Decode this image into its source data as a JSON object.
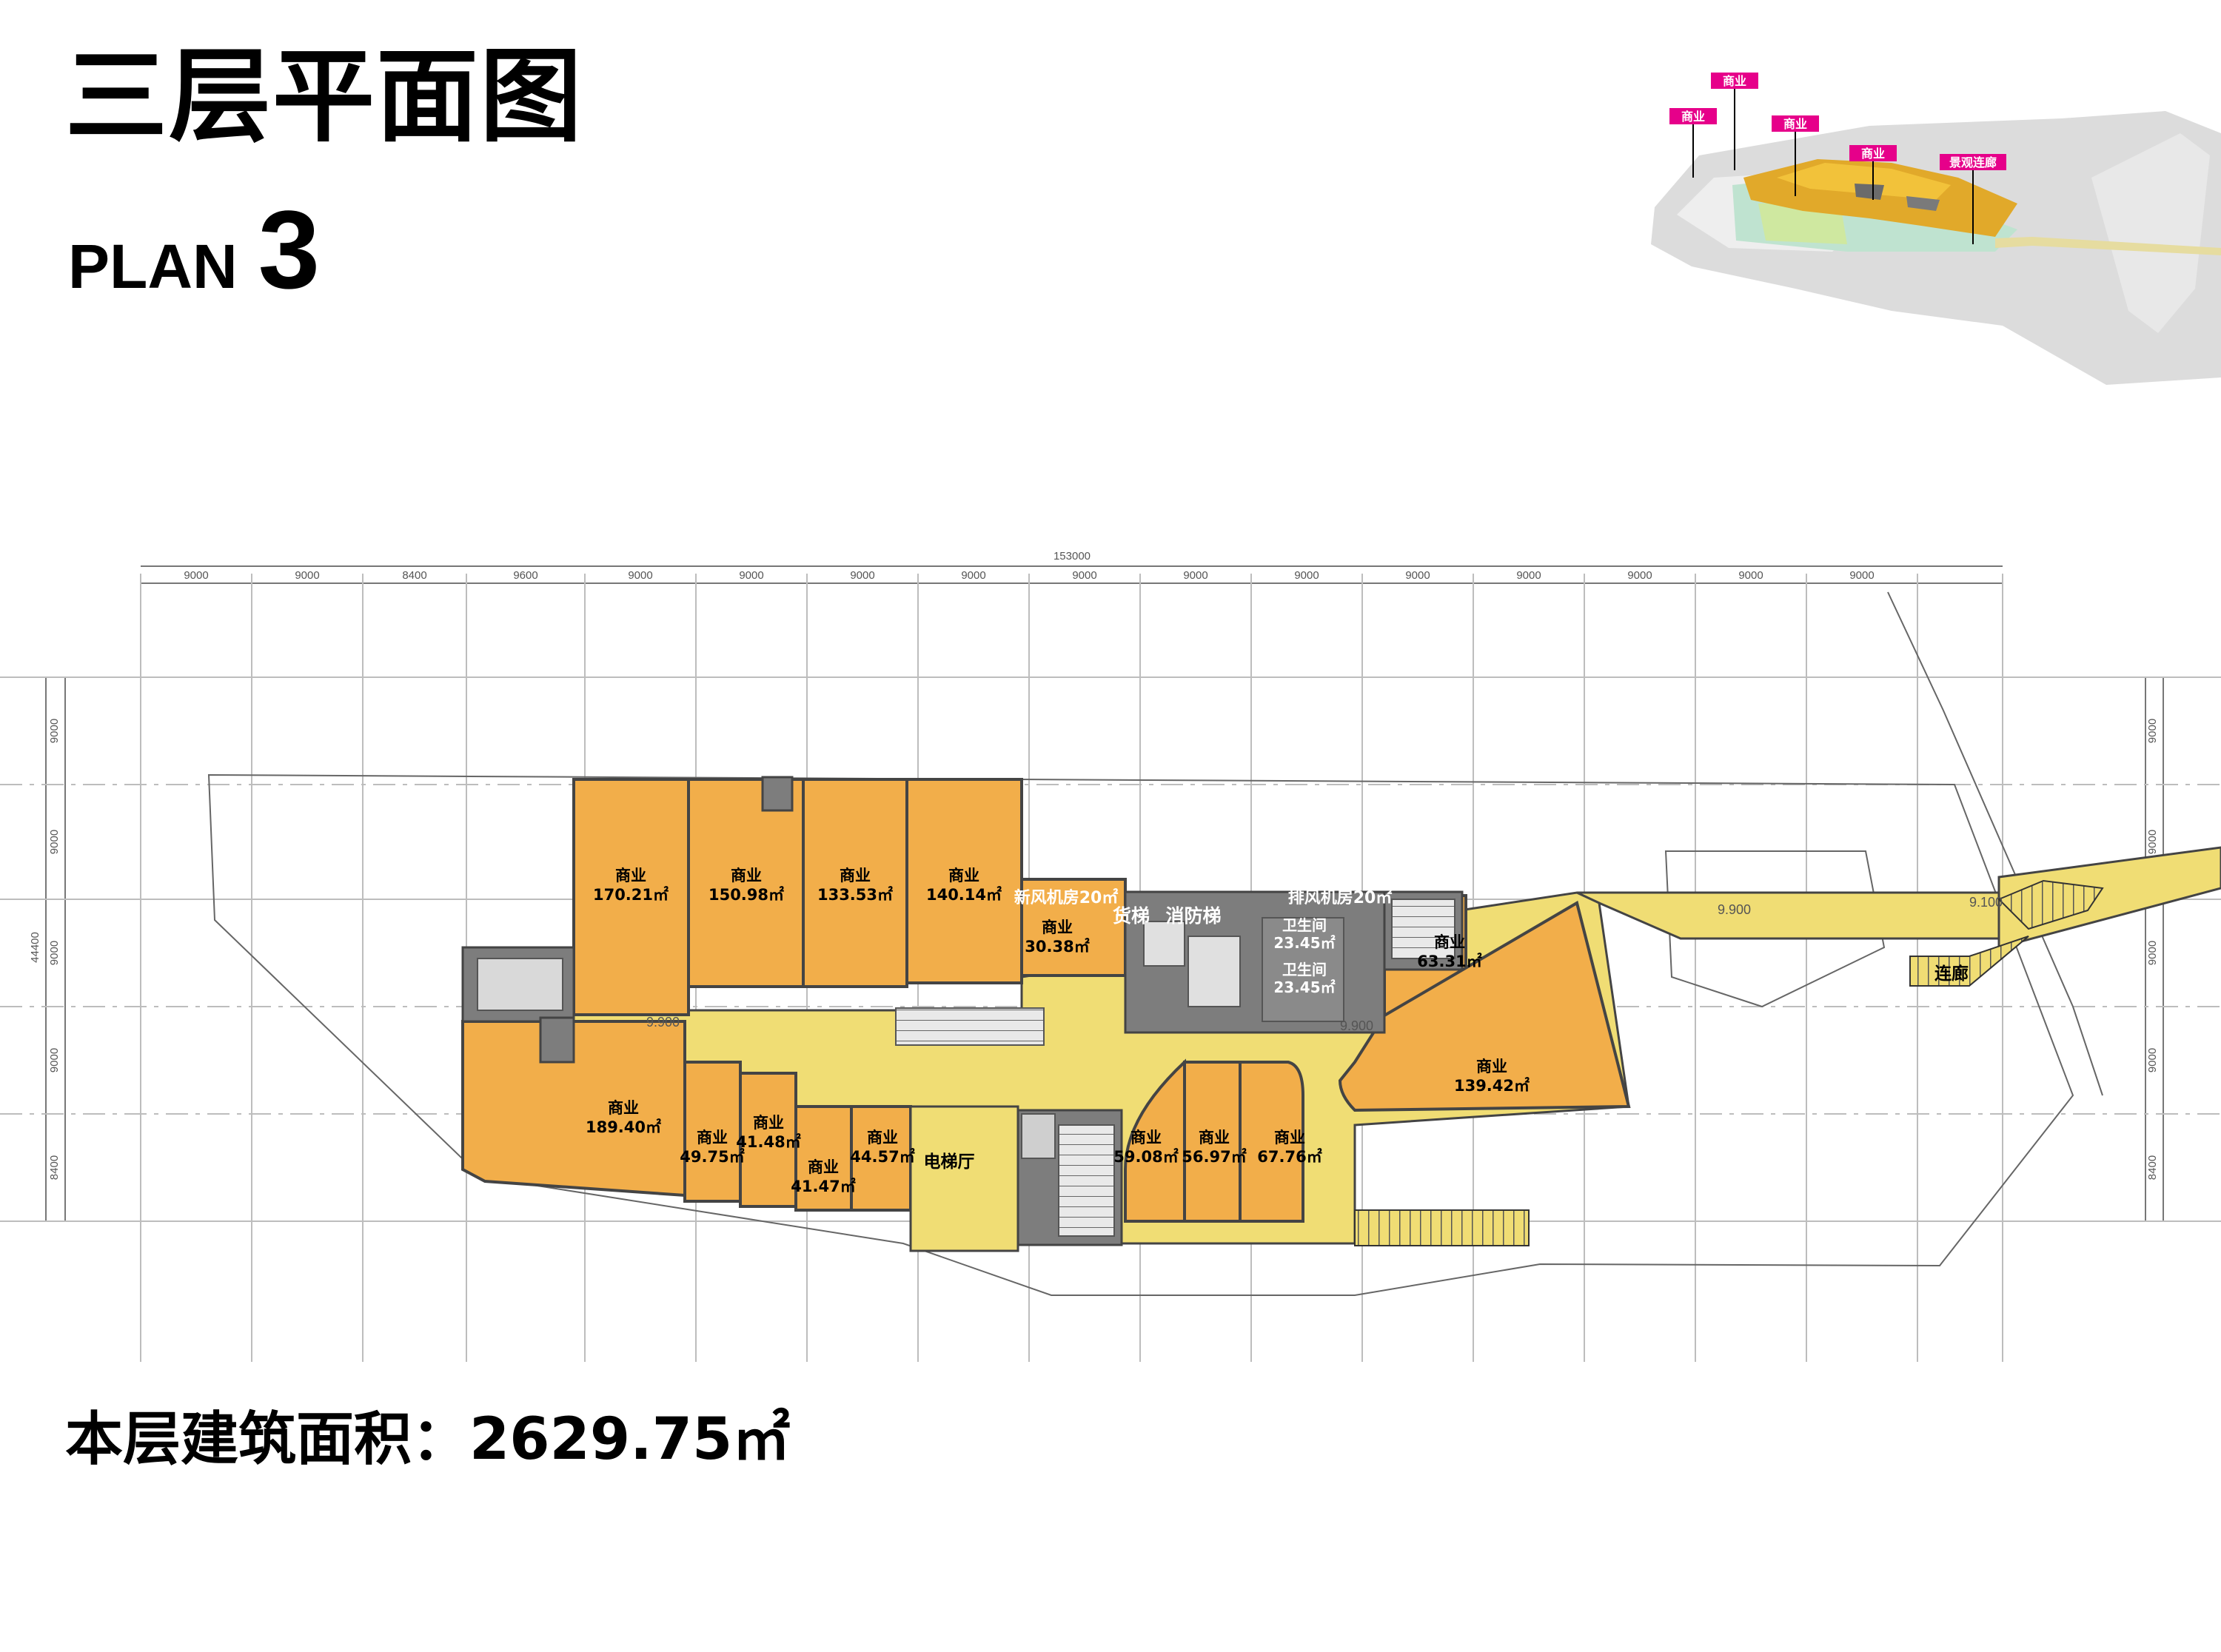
{
  "header": {
    "title_cn": "三层平面图",
    "title_en_prefix": "PLAN",
    "title_en_number": "3"
  },
  "footer": {
    "area_text": "本层建筑面积：2629.75㎡"
  },
  "key_map": {
    "tags": [
      "商业",
      "商业",
      "商业",
      "商业",
      "景观连廊"
    ],
    "tag_color": "#e6008a"
  },
  "dimensions": {
    "total": "153000",
    "top": [
      "9000",
      "9000",
      "8400",
      "9600",
      "9000",
      "9000",
      "9000",
      "9000",
      "9000",
      "9000",
      "9000",
      "9000",
      "9000",
      "9000",
      "9000",
      "9000"
    ],
    "side_total": "44400",
    "side": [
      "9000",
      "9000",
      "9000",
      "9000",
      "8400"
    ]
  },
  "levels": [
    "9.900",
    "9.900",
    "9.900",
    "9.100"
  ],
  "shops": [
    {
      "name": "商业",
      "area": "170.21㎡"
    },
    {
      "name": "商业",
      "area": "150.98㎡"
    },
    {
      "name": "商业",
      "area": "133.53㎡"
    },
    {
      "name": "商业",
      "area": "140.14㎡"
    },
    {
      "name": "商业",
      "area": "30.38㎡"
    },
    {
      "name": "商业",
      "area": "63.31㎡"
    },
    {
      "name": "商业",
      "area": "139.42㎡"
    },
    {
      "name": "商业",
      "area": "189.40㎡"
    },
    {
      "name": "商业",
      "area": "49.75㎡"
    },
    {
      "name": "商业",
      "area": "41.48㎡"
    },
    {
      "name": "商业",
      "area": "41.47㎡"
    },
    {
      "name": "商业",
      "area": "44.57㎡"
    },
    {
      "name": "商业",
      "area": "59.08㎡"
    },
    {
      "name": "商业",
      "area": "56.97㎡"
    },
    {
      "name": "商业",
      "area": "67.76㎡"
    }
  ],
  "rooms": {
    "fresh_air": "新风机房20㎡",
    "exhaust": "排风机房20㎡",
    "freight_lift": "货梯",
    "fire_lift": "消防梯",
    "wc1_name": "卫生间",
    "wc1_area": "23.45㎡",
    "wc2_name": "卫生间",
    "wc2_area": "23.45㎡",
    "lift_hall": "电梯厅",
    "bridge": "连廊"
  },
  "colors": {
    "shop": "#f2ae4a",
    "corridor": "#f0dd74",
    "core": "#7d7d7d",
    "wall": "#4a4a4a"
  }
}
